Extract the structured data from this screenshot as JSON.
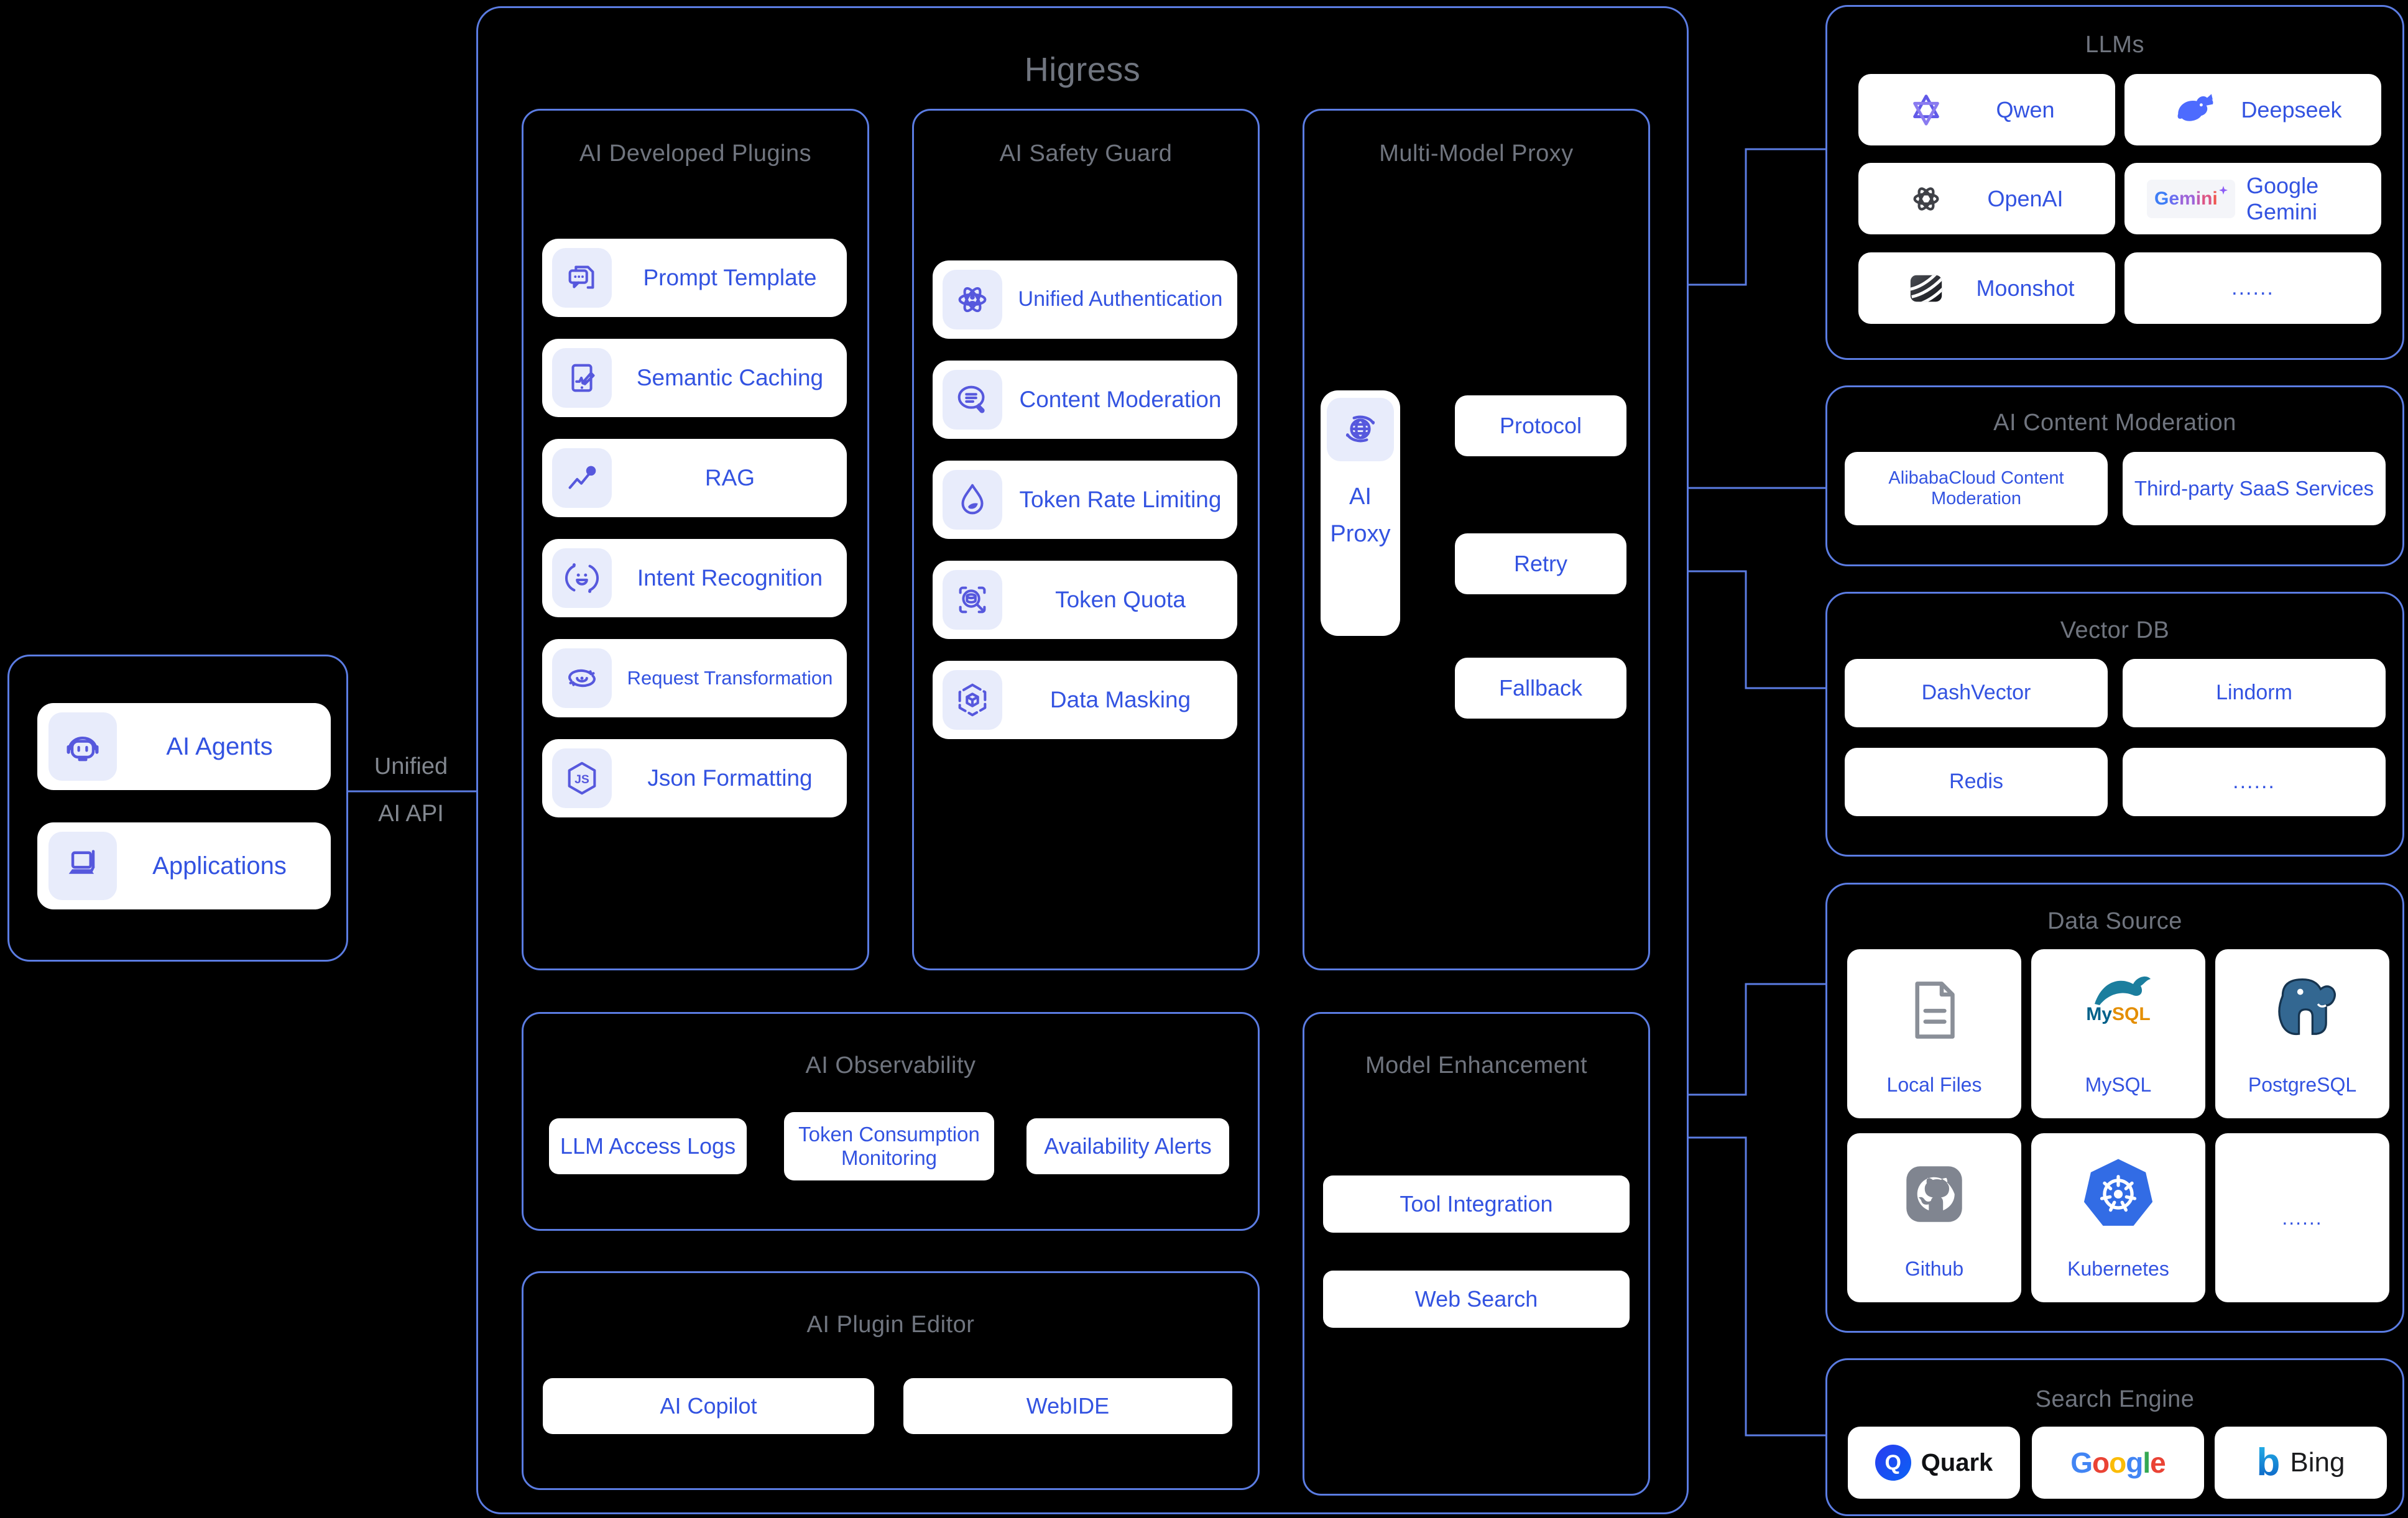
{
  "colors": {
    "border": "#5b7ce2",
    "card_text": "#3353e1",
    "header_text": "#70757f",
    "icon_indigo": "#5658dd",
    "chip_bg": "#e8ecfb",
    "whale_blue": "#4d6bfe",
    "kubernetes_blue": "#326ce5",
    "postgres_blue": "#336791"
  },
  "left_box": {
    "items": [
      {
        "label": "AI Agents",
        "icon": "robot-icon"
      },
      {
        "label": "Applications",
        "icon": "laptop-icon"
      }
    ]
  },
  "connector_label": {
    "line1": "Unified",
    "line2": "AI API"
  },
  "higress": {
    "title": "Higress",
    "plugins": {
      "title": "AI Developed Plugins",
      "items": [
        {
          "label": "Prompt Template",
          "icon": "prompt-template-icon"
        },
        {
          "label": "Semantic Caching",
          "icon": "semantic-caching-icon"
        },
        {
          "label": "RAG",
          "icon": "rag-icon"
        },
        {
          "label": "Intent Recognition",
          "icon": "intent-recognition-icon"
        },
        {
          "label": "Request Transformation",
          "icon": "request-transformation-icon"
        },
        {
          "label": "Json Formatting",
          "icon": "json-formatting-icon"
        }
      ]
    },
    "safety": {
      "title": "AI Safety Guard",
      "items": [
        {
          "label": "Unified Authentication",
          "icon": "unified-authentication-icon"
        },
        {
          "label": "Content Moderation",
          "icon": "content-moderation-icon"
        },
        {
          "label": "Token Rate Limiting",
          "icon": "token-rate-limiting-icon"
        },
        {
          "label": "Token Quota",
          "icon": "token-quota-icon"
        },
        {
          "label": "Data Masking",
          "icon": "data-masking-icon"
        }
      ]
    },
    "proxy": {
      "title": "Multi-Model Proxy",
      "node_line1": "AI",
      "node_line2": "Proxy",
      "node_icon": "globe-icon",
      "features": [
        "Protocol",
        "Retry",
        "Fallback"
      ]
    },
    "observability": {
      "title": "AI Observability",
      "items": [
        "LLM Access Logs",
        "Token Consumption Monitoring",
        "Availability Alerts"
      ]
    },
    "editor": {
      "title": "AI Plugin Editor",
      "items": [
        "AI Copilot",
        "WebIDE"
      ]
    },
    "enhancement": {
      "title": "Model Enhancement",
      "items": [
        "Tool Integration",
        "Web Search"
      ]
    }
  },
  "llms": {
    "title": "LLMs",
    "items": [
      {
        "label": "Qwen",
        "icon": "qwen-icon"
      },
      {
        "label": "Deepseek",
        "icon": "deepseek-whale-icon"
      },
      {
        "label": "OpenAI",
        "icon": "openai-icon"
      },
      {
        "label": "Google Gemini",
        "icon": "gemini-wordmark-icon"
      },
      {
        "label": "Moonshot",
        "icon": "moonshot-icon"
      },
      {
        "label": "......",
        "icon": ""
      }
    ]
  },
  "moderation": {
    "title": "AI Content Moderation",
    "items": [
      "AlibabaCloud Content Moderation",
      "Third-party SaaS Services"
    ]
  },
  "vector_db": {
    "title": "Vector DB",
    "items": [
      "DashVector",
      "Lindorm",
      "Redis",
      "......"
    ]
  },
  "data_source": {
    "title": "Data Source",
    "items": [
      {
        "label": "Local Files",
        "icon": "document-icon"
      },
      {
        "label": "MySQL",
        "icon": "mysql-logo"
      },
      {
        "label": "PostgreSQL",
        "icon": "postgresql-logo"
      },
      {
        "label": "Github",
        "icon": "github-icon"
      },
      {
        "label": "Kubernetes",
        "icon": "kubernetes-icon"
      },
      {
        "label": "......",
        "icon": ""
      }
    ]
  },
  "search_engine": {
    "title": "Search Engine",
    "items": [
      {
        "label": "Quark",
        "icon": "quark-logo"
      },
      {
        "label": "Google",
        "icon": "google-logo"
      },
      {
        "label": "Bing",
        "icon": "bing-logo"
      }
    ]
  },
  "wordmarks": {
    "gemini_letters": [
      "G",
      "e",
      "m",
      "i",
      "n",
      "i"
    ],
    "google_letters": [
      "G",
      "o",
      "o",
      "g",
      "l",
      "e"
    ],
    "mysql_part1": "My",
    "mysql_part2": "SQL",
    "quark_glyph": "Q",
    "bing_glyph": "b"
  }
}
